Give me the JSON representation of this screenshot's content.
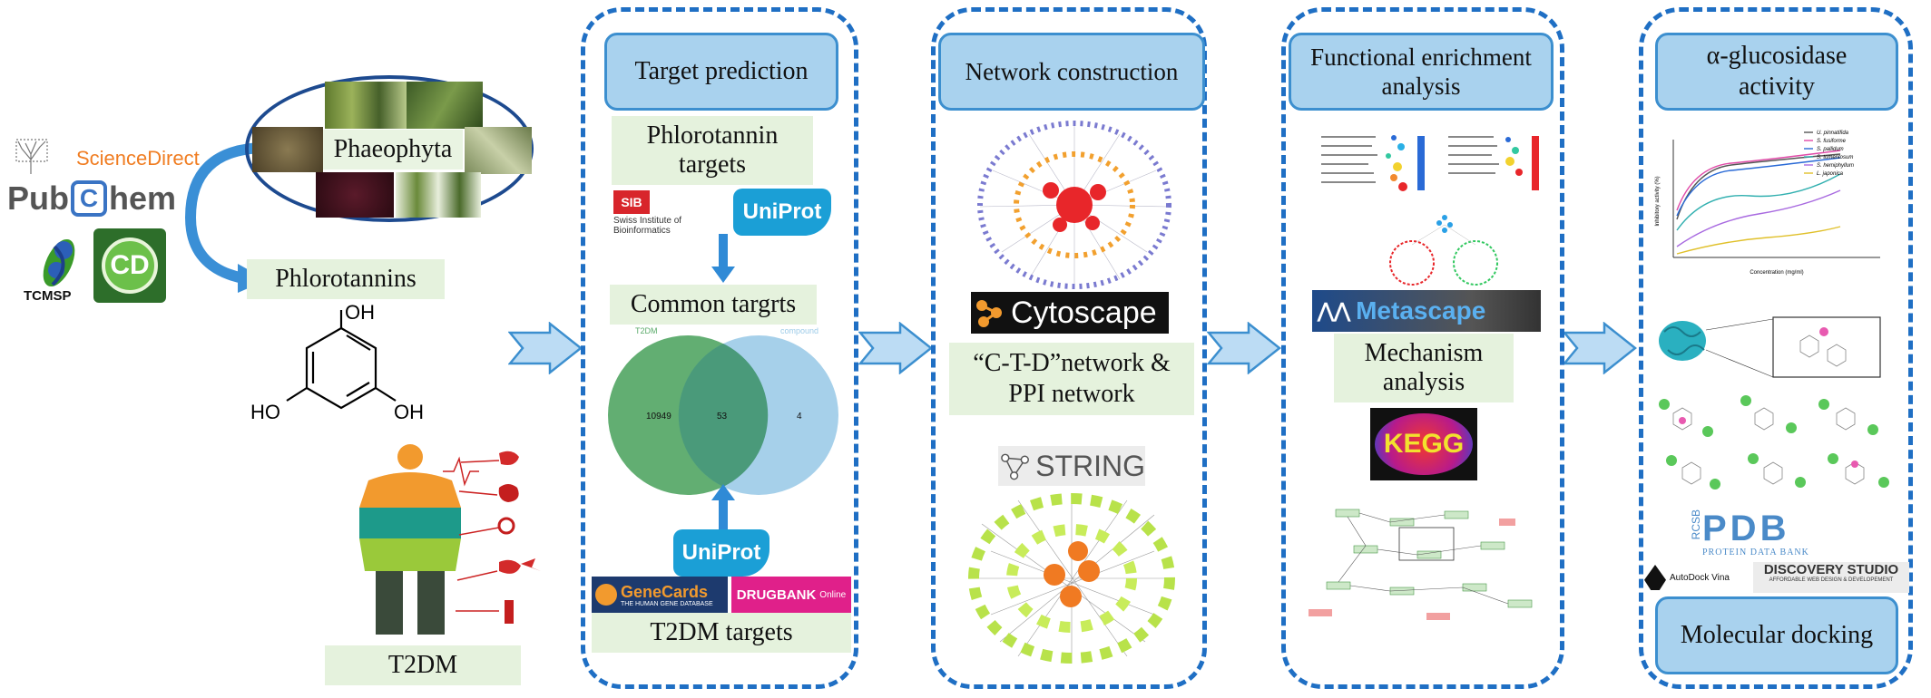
{
  "left": {
    "databases": {
      "sciencedirect": "ScienceDirect",
      "pubchem_left": "Pub",
      "pubchem_c": "C",
      "pubchem_right": "hem",
      "tcmsp": "TCMSP",
      "cd": "CD"
    },
    "phaeophyta": "Phaeophyta",
    "phlorotannins": "Phlorotannins",
    "molecule_labels": {
      "oh_top": "OH",
      "oh_left": "HO",
      "oh_right": "OH"
    },
    "t2dm": "T2DM"
  },
  "panel1": {
    "title": "Target prediction",
    "phlorotannin_targets": "Phlorotannin targets",
    "sib_label": "SIB",
    "sib_text": "Swiss Institute of Bioinformatics",
    "uniprot": "UniProt",
    "common_targets": "Common targrts",
    "venn": {
      "left_label": "T2DM",
      "right_label": "compound",
      "left_only": "10949",
      "overlap": "53",
      "right_only": "4"
    },
    "genecards": "GeneCards",
    "genecards_sub": "THE HUMAN GENE DATABASE",
    "drugbank": "DRUGBANK",
    "drugbank_online": "Online",
    "t2dm_targets": "T2DM targets"
  },
  "panel2": {
    "title": "Network construction",
    "cytoscape": "Cytoscape",
    "ctd_network": "“C-T-D”network & PPI network",
    "string": "STRING"
  },
  "panel3": {
    "title": "Functional enrichment analysis",
    "metascape": "Metascape",
    "mechanism": "Mechanism analysis",
    "kegg": "KEGG"
  },
  "panel4": {
    "title": "α-glucosidase activity",
    "legend": [
      "U. pinnatifida",
      "S. fusiforme",
      "S. pallidum",
      "S. tomentosum",
      "S. hemiphyllum",
      "L. japonica"
    ],
    "ylabel": "Inhibitory activity (%)",
    "xlabel": "Concentration (mg/ml)",
    "pdb": "PDB",
    "pdb_sub": "PROTEIN DATA BANK",
    "rcsb": "RCSB",
    "autodock": "AutoDock Vina",
    "discovery": "DISCOVERY STUDIO",
    "discovery_sub": "AFFORDABLE WEB DESIGN & DEVELOPEMENT",
    "molecular_docking": "Molecular docking"
  },
  "colors": {
    "panel_border": "#1f6fc4",
    "title_fill": "#a9d2ee",
    "green_box": "#e5f2dd",
    "arrow_fill": "#bcdcf4"
  }
}
